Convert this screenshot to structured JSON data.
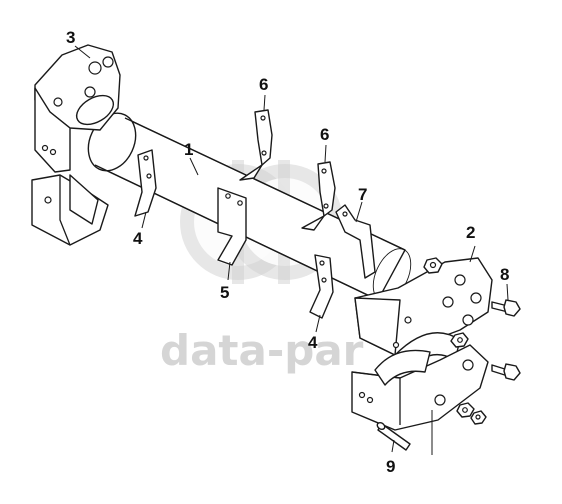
{
  "diagram": {
    "callouts": [
      {
        "label": "1"
      },
      {
        "label": "2"
      },
      {
        "label": "3"
      },
      {
        "label": "4"
      },
      {
        "label": "4"
      },
      {
        "label": "5"
      },
      {
        "label": "6"
      },
      {
        "label": "6"
      },
      {
        "label": "7"
      },
      {
        "label": "8"
      },
      {
        "label": "9"
      }
    ],
    "watermark": {
      "text": "data-par",
      "logo_icon": "dp-logo-icon",
      "color": "#c8c8c8"
    }
  }
}
